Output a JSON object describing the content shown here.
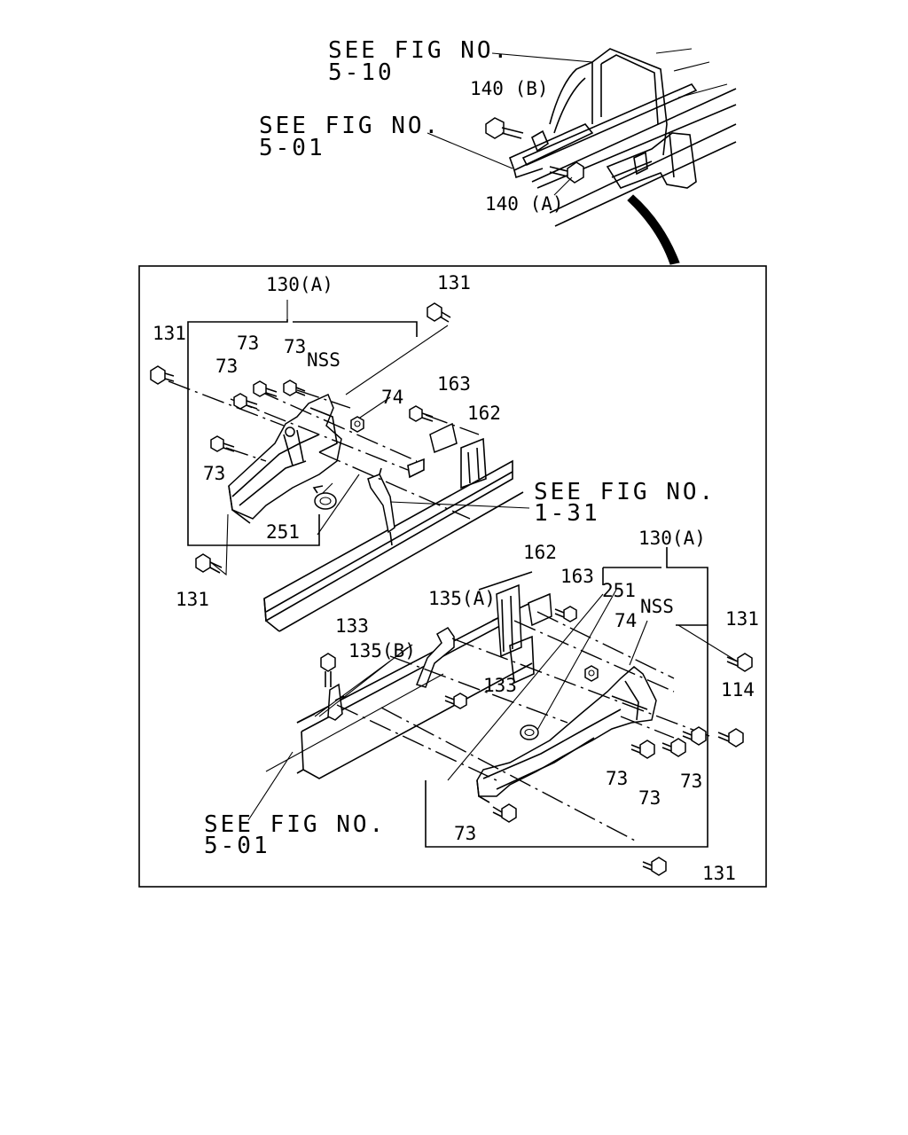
{
  "top_view": {
    "ref_a": {
      "line1": "SEE FIG NO.",
      "line2": "5-10"
    },
    "ref_b": {
      "line1": "SEE FIG NO.",
      "line2": "5-01"
    },
    "label_140b": "140 (B)",
    "label_140a": "140 (A)"
  },
  "inset": {
    "left_assembly": {
      "group_label": "130(A)",
      "bolt_131_top": "131",
      "bolt_131_left": "131",
      "bolt_131_bottom": "131",
      "bolt_73_a": "73",
      "bolt_73_b": "73",
      "bolt_73_c": "73",
      "bolt_73_d": "73",
      "nss": "NSS",
      "nut_74": "74",
      "bolt_163": "163",
      "bracket_162": "162",
      "clip_251": "251",
      "ref_131": {
        "line1": "SEE FIG NO.",
        "line2": "1-31"
      }
    },
    "right_assembly": {
      "group_label": "130(A)",
      "bracket_162": "162",
      "bolt_163": "163",
      "clip_251": "251",
      "nss": "NSS",
      "nut_74": "74",
      "bolt_131_right": "131",
      "bolt_114": "114",
      "bolt_131_bottom": "131",
      "bolt_73_a": "73",
      "bolt_73_b": "73",
      "bolt_73_c": "73",
      "bolt_73_d": "73",
      "bracket_135a": "135(A)",
      "bracket_135b": "135(B)",
      "bolt_133_top": "133",
      "bolt_133_mid": "133",
      "ref_501": {
        "line1": "SEE FIG NO.",
        "line2": "5-01"
      }
    }
  },
  "icons": [
    "bolt-icon",
    "nut-icon",
    "clip-icon",
    "bracket-icon",
    "frame-rail-icon"
  ],
  "colors": {
    "line": "#000000",
    "background": "#ffffff"
  }
}
